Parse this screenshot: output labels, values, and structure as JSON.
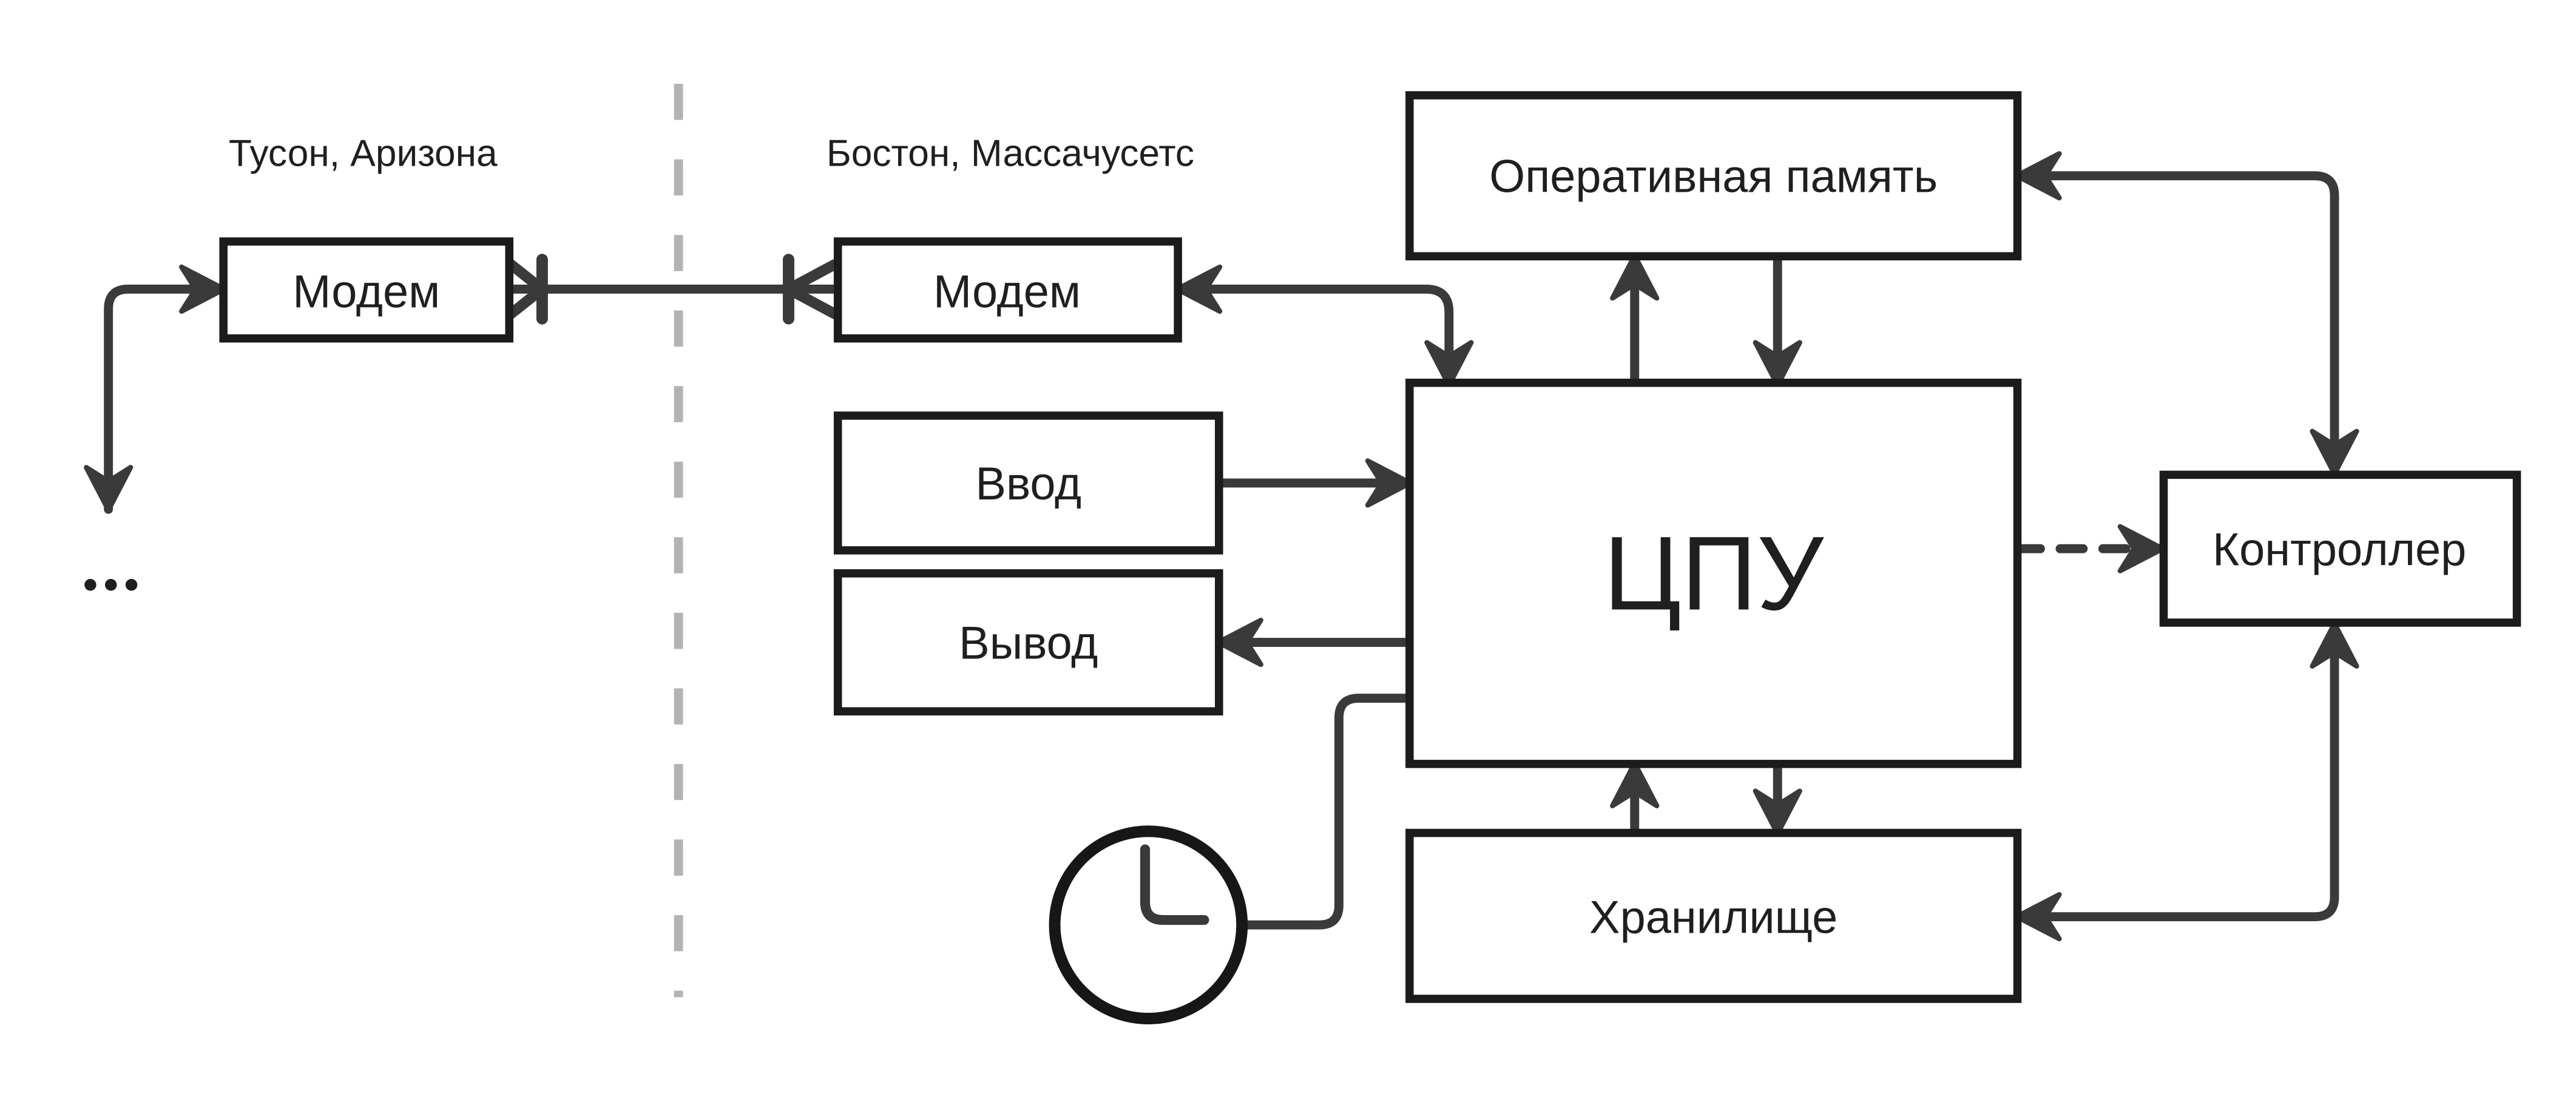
{
  "diagram": {
    "background": "#ffffff",
    "regions": {
      "left": {
        "label": "Тусон, Аризона"
      },
      "right": {
        "label": "Бостон, Массачусетс"
      }
    },
    "nodes": {
      "modem_left": {
        "label": "Модем"
      },
      "modem_right": {
        "label": "Модем"
      },
      "input": {
        "label": "Ввод"
      },
      "output": {
        "label": "Вывод"
      },
      "cpu": {
        "label": "ЦПУ"
      },
      "ram": {
        "label": "Оперативная память"
      },
      "storage": {
        "label": "Хранилище"
      },
      "controller": {
        "label": "Контроллер"
      }
    },
    "ellipsis": "...",
    "icons": {
      "clock": "clock-icon"
    },
    "colors": {
      "box_border": "#1c1c1c",
      "connector": "#3a3a3a",
      "divider": "#b3b3b3",
      "text": "#1f1f1f",
      "background": "#ffffff"
    },
    "edges": [
      {
        "from": "other-modems",
        "to": "modem_left",
        "style": "solid",
        "direction": "both"
      },
      {
        "from": "modem_left",
        "to": "modem_right",
        "style": "phone-line-with-bars",
        "direction": "both"
      },
      {
        "from": "modem_right",
        "to": "cpu",
        "style": "solid",
        "direction": "both"
      },
      {
        "from": "input",
        "to": "cpu",
        "style": "solid",
        "direction": "forward"
      },
      {
        "from": "cpu",
        "to": "output",
        "style": "solid",
        "direction": "forward"
      },
      {
        "from": "cpu",
        "to": "ram",
        "style": "solid",
        "direction": "forward"
      },
      {
        "from": "ram",
        "to": "cpu",
        "style": "solid",
        "direction": "forward"
      },
      {
        "from": "storage",
        "to": "cpu",
        "style": "solid",
        "direction": "forward"
      },
      {
        "from": "cpu",
        "to": "storage",
        "style": "solid",
        "direction": "forward"
      },
      {
        "from": "cpu",
        "to": "controller",
        "style": "dashed",
        "direction": "forward"
      },
      {
        "from": "controller",
        "to": "ram",
        "style": "solid",
        "direction": "both"
      },
      {
        "from": "controller",
        "to": "storage",
        "style": "solid",
        "direction": "both"
      },
      {
        "from": "clock",
        "to": "cpu",
        "style": "solid",
        "direction": "none"
      }
    ]
  }
}
